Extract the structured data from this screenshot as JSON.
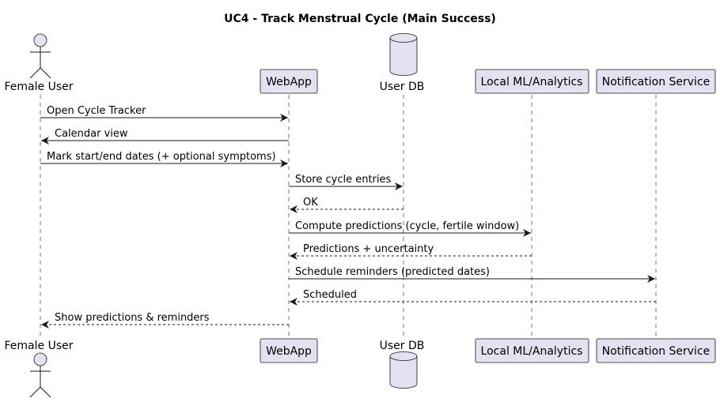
{
  "title": "UC4 - Track Menstrual Cycle (Main Success)",
  "participants": [
    {
      "id": "user",
      "label": "Female User",
      "kind": "actor"
    },
    {
      "id": "webapp",
      "label": "WebApp",
      "kind": "participant"
    },
    {
      "id": "userdb",
      "label": "User DB",
      "kind": "database"
    },
    {
      "id": "ml",
      "label": "Local ML/Analytics",
      "kind": "participant"
    },
    {
      "id": "notif",
      "label": "Notification Service",
      "kind": "participant"
    }
  ],
  "messages": [
    {
      "from": "user",
      "to": "webapp",
      "label": "Open Cycle Tracker",
      "style": "solid"
    },
    {
      "from": "webapp",
      "to": "user",
      "label": "Calendar view",
      "style": "solid"
    },
    {
      "from": "user",
      "to": "webapp",
      "label": "Mark start/end dates (+ optional symptoms)",
      "style": "solid"
    },
    {
      "from": "webapp",
      "to": "userdb",
      "label": "Store cycle entries",
      "style": "solid"
    },
    {
      "from": "userdb",
      "to": "webapp",
      "label": "OK",
      "style": "dashed"
    },
    {
      "from": "webapp",
      "to": "ml",
      "label": "Compute predictions (cycle, fertile window)",
      "style": "solid"
    },
    {
      "from": "ml",
      "to": "webapp",
      "label": "Predictions + uncertainty",
      "style": "dashed"
    },
    {
      "from": "webapp",
      "to": "notif",
      "label": "Schedule reminders (predicted dates)",
      "style": "solid"
    },
    {
      "from": "notif",
      "to": "webapp",
      "label": "Scheduled",
      "style": "dashed"
    },
    {
      "from": "webapp",
      "to": "user",
      "label": "Show predictions & reminders",
      "style": "dashed"
    }
  ]
}
